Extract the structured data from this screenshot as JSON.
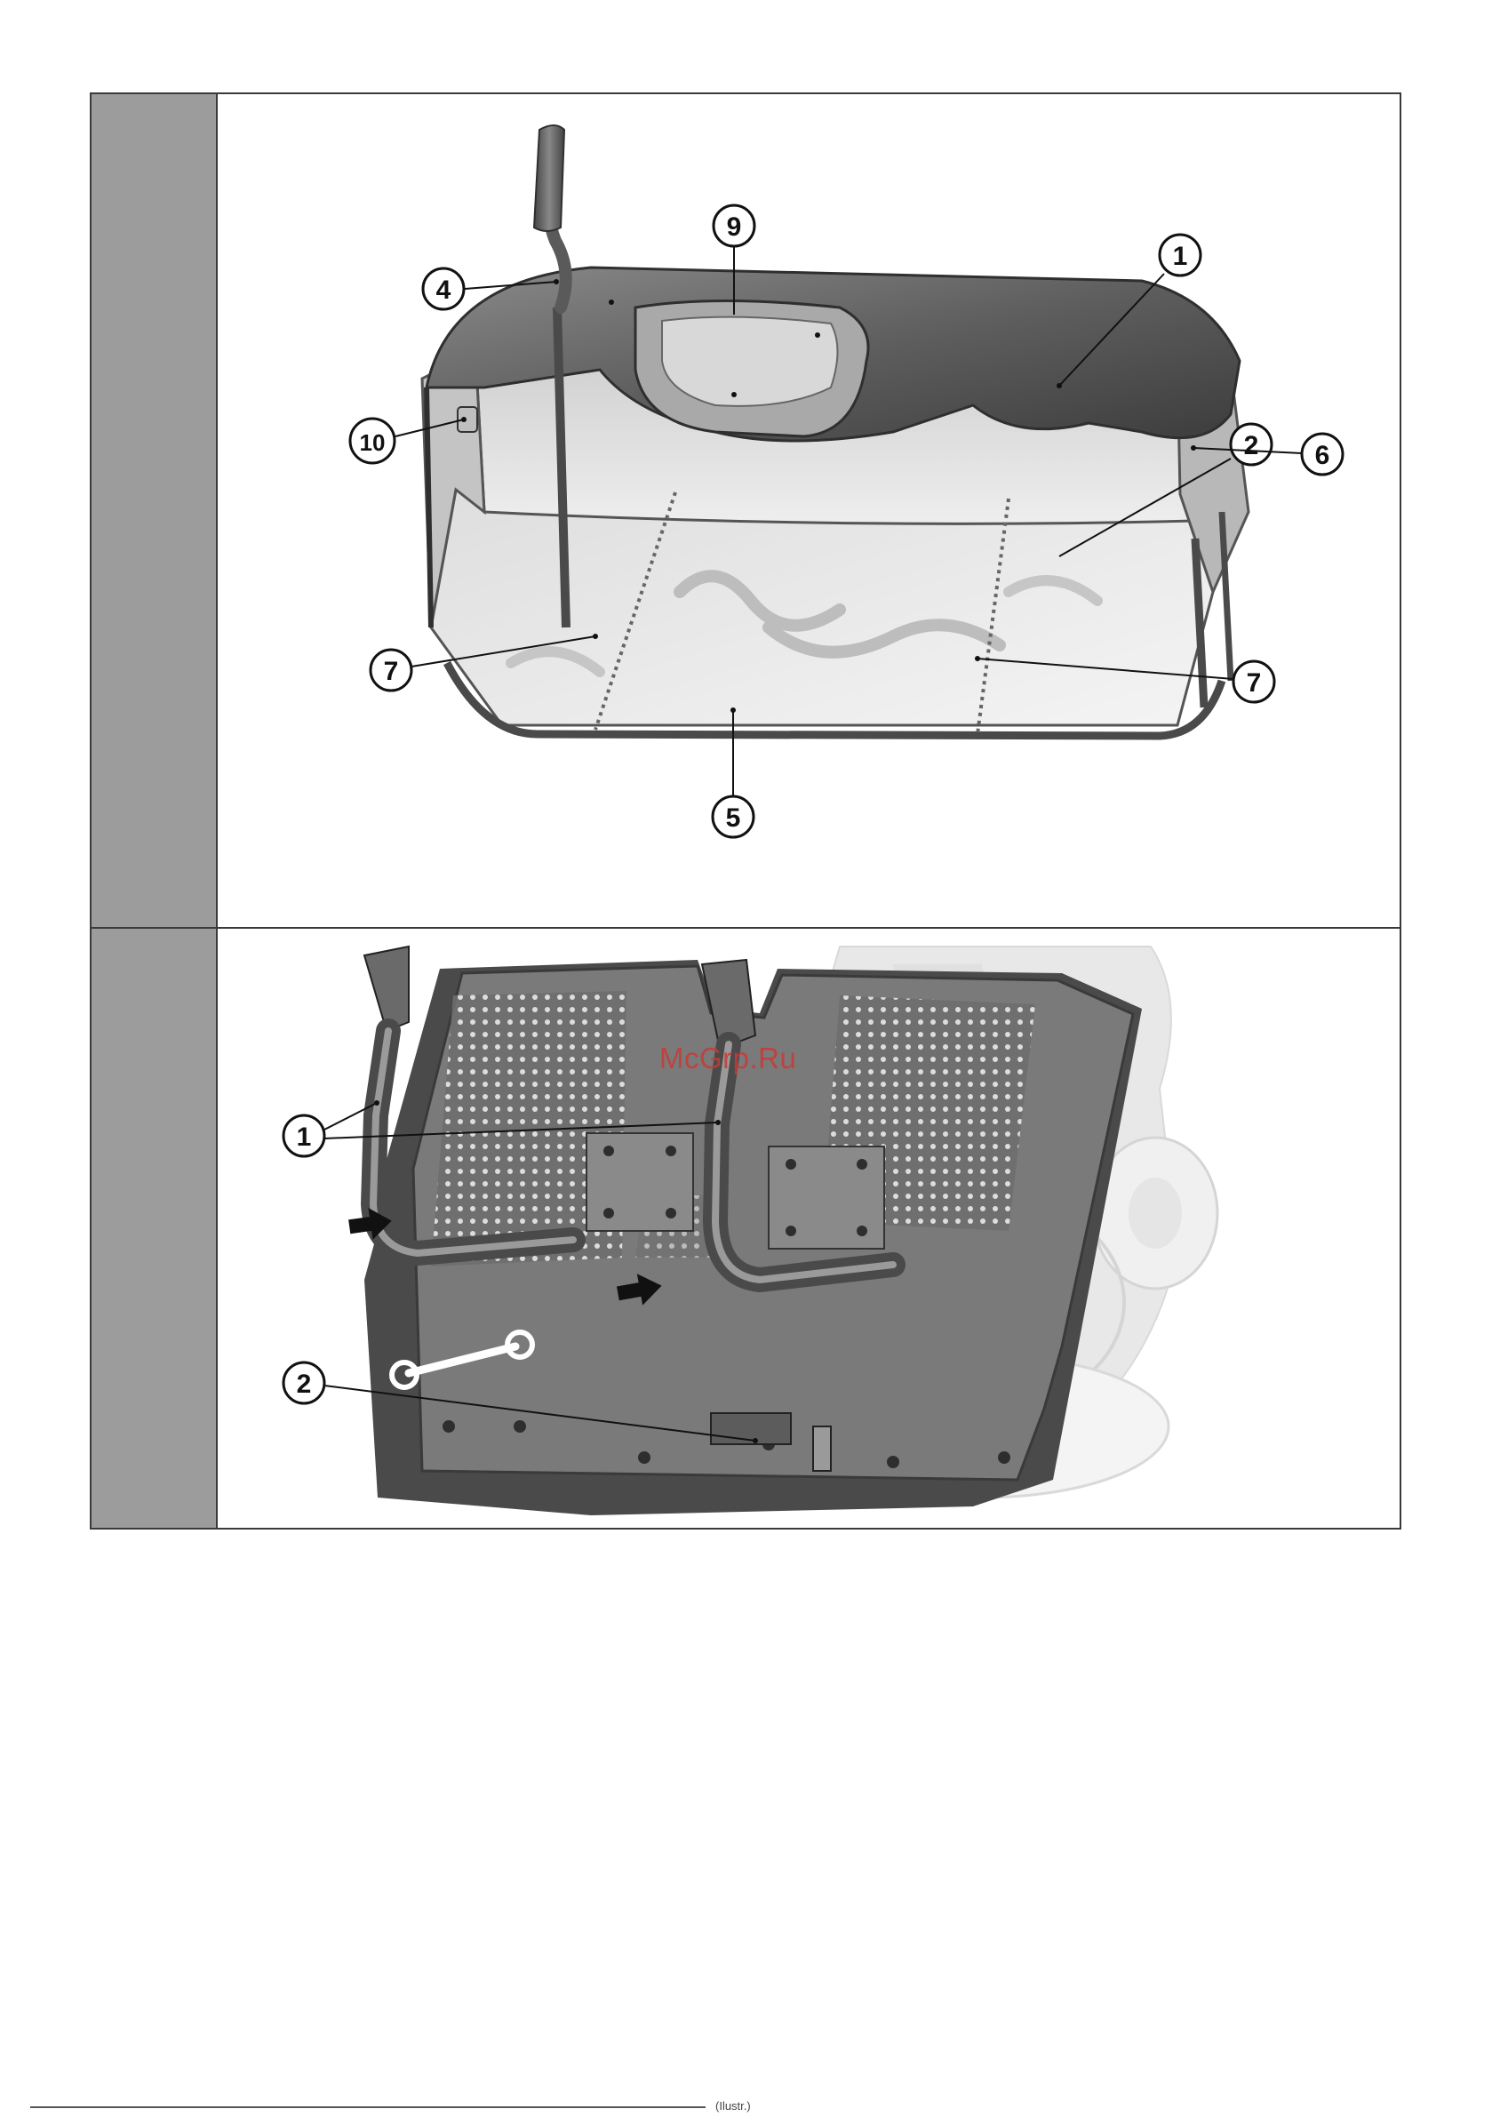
{
  "figure1": {
    "callouts": [
      "1",
      "2",
      "4",
      "5",
      "6",
      "7",
      "7",
      "9",
      "10"
    ]
  },
  "figure2": {
    "callouts": [
      "1",
      "2"
    ]
  },
  "watermark": "McGrp.Ru",
  "footer": "(Ilustr.)"
}
